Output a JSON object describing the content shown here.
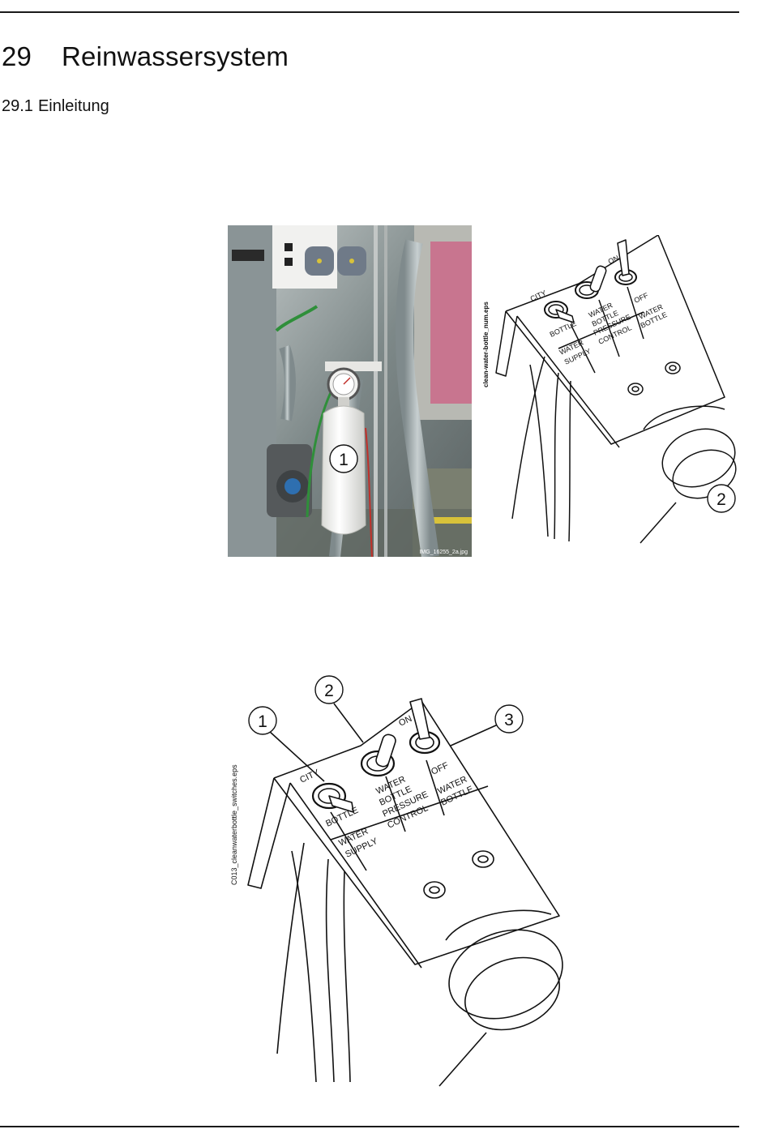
{
  "page": {
    "chapter": {
      "number": "29",
      "title": "Reinwassersystem"
    },
    "section": {
      "number": "29.1",
      "title": "Einleitung"
    }
  },
  "figure_photo": {
    "callout": "1",
    "filename": "IMG_16255_2a.jpg"
  },
  "figure_panel_small": {
    "filename": "clean-water-bottle_num.eps",
    "callout": "2",
    "labels": {
      "city": "CITY",
      "bottle": "BOTTLE",
      "water_supply_1": "WATER",
      "water_supply_2": "SUPPLY",
      "pressure_1": "WATER",
      "pressure_2": "BOTTLE",
      "pressure_3": "PRESSURE",
      "pressure_4": "CONTROL",
      "on": "ON",
      "off": "OFF",
      "water_bottle_1": "WATER",
      "water_bottle_2": "BOTTLE"
    }
  },
  "figure_panel_large": {
    "filename": "C013_cleanwaterbottle_switches.eps",
    "callouts": [
      "1",
      "2",
      "3"
    ],
    "labels": {
      "city": "CITY",
      "bottle": "BOTTLE",
      "water_supply_1": "WATER",
      "water_supply_2": "SUPPLY",
      "pressure_1": "WATER",
      "pressure_2": "BOTTLE",
      "pressure_3": "PRESSURE",
      "pressure_4": "CONTROL",
      "on": "ON",
      "off": "OFF",
      "water_bottle_1": "WATER",
      "water_bottle_2": "BOTTLE"
    }
  },
  "colors": {
    "rule": "#1a1a1a",
    "bottle": "#f4f4f2",
    "hose": "#9aa6a8",
    "green_tube": "#2f8f3a",
    "red_tube": "#c0302a",
    "panel_pink": "#c8758f"
  }
}
